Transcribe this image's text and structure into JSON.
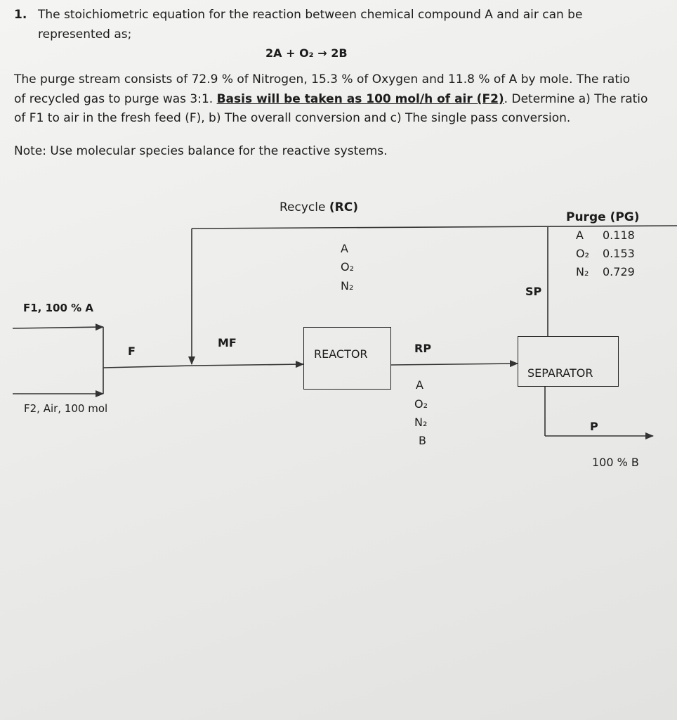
{
  "question": {
    "number": "1.",
    "line1": "The stoichiometric equation for the reaction between chemical compound A and air can be",
    "line2": "represented as;",
    "equation": "2A + O₂ → 2B",
    "para_line1": "The purge stream consists of 72.9 % of Nitrogen, 15.3 % of Oxygen and 11.8 % of A by mole. The ratio",
    "para_line2_prefix": "of recycled gas to purge was 3:1. ",
    "para_line2_basis": "Basis will be taken as 100 mol/h of air (F2)",
    "para_line2_suffix": ".  Determine a) The ratio",
    "para_line3": "of F1 to air in the fresh feed (F), b) The overall conversion and c) The single pass conversion.",
    "note": "Note: Use molecular species balance for the reactive systems."
  },
  "diagram": {
    "recycle_label": "Recycle ",
    "recycle_tag": "(RC)",
    "recycle_components": [
      "A",
      "O₂",
      "N₂"
    ],
    "purge_title": "Purge (PG)",
    "purge_components": [
      {
        "species": "A",
        "fraction": "0.118"
      },
      {
        "species": "O₂",
        "fraction": "0.153"
      },
      {
        "species": "N₂",
        "fraction": "0.729"
      }
    ],
    "splitter_label": "SP",
    "f1_label": "F1,  100 % A",
    "f2_label": "F2, Air, 100 mol",
    "f_label": "F",
    "mf_label": "MF",
    "reactor_label": "REACTOR",
    "rp_label": "RP",
    "rp_components": [
      "A",
      "O₂",
      "N₂",
      "B"
    ],
    "separator_label": "SEPARATOR",
    "p_label": "P",
    "product_label": "100 % B"
  }
}
